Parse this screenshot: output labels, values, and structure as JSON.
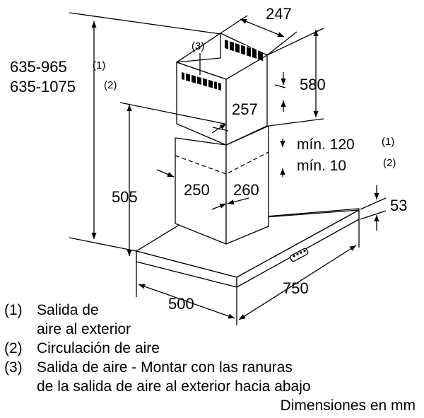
{
  "dimensions": {
    "total_height_1": "635-965",
    "total_height_1_ref": "(1)",
    "total_height_2": "635-1075",
    "total_height_2_ref": "(2)",
    "chimney_top_width": "247",
    "chimney_upper_height": "580",
    "chimney_upper_depth": "257",
    "callout_ref": "(3)",
    "min_gap_1": "mín. 120",
    "min_gap_1_ref": "(1)",
    "min_gap_2": "mín. 10",
    "min_gap_2_ref": "(2)",
    "hood_height": "505",
    "chimney_lower_width": "250",
    "chimney_lower_depth": "260",
    "canopy_thickness": "53",
    "hood_depth": "500",
    "hood_width": "750"
  },
  "legend": {
    "item1_num": "(1)",
    "item1_line1": "Salida de",
    "item1_line2": "aire al exterior",
    "item2_num": "(2)",
    "item2_text": "Circulación de aire",
    "item3_num": "(3)",
    "item3_line1": "Salida de aire - Montar con las ranuras",
    "item3_line2": "de la salida de aire al exterior hacia abajo",
    "units_note": "Dimensiones en mm"
  }
}
